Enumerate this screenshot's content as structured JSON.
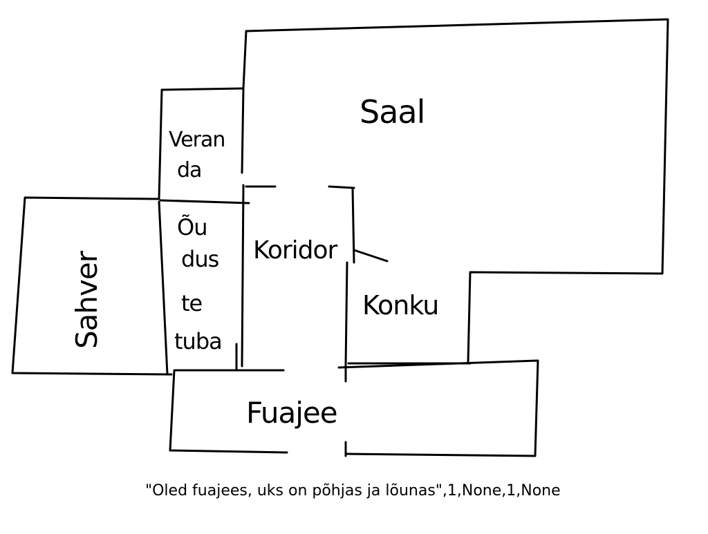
{
  "map": {
    "rooms": {
      "saal": "Saal",
      "veranda_line1": "Veran",
      "veranda_line2": "da",
      "ooteruum_line1": "Õu",
      "ooteruum_line2": "dus",
      "ooteruum_line3": "te",
      "ooteruum_line4": "tuba",
      "sahver": "Sahver",
      "koridor": "Koridor",
      "konku": "Konku",
      "fuajee": "Fuajee"
    },
    "ink_color": "#000000",
    "background_color": "#ffffff"
  },
  "status": {
    "text": "\"Oled fuajees, uks on põhjas ja lõunas\",1,None,1,None"
  }
}
